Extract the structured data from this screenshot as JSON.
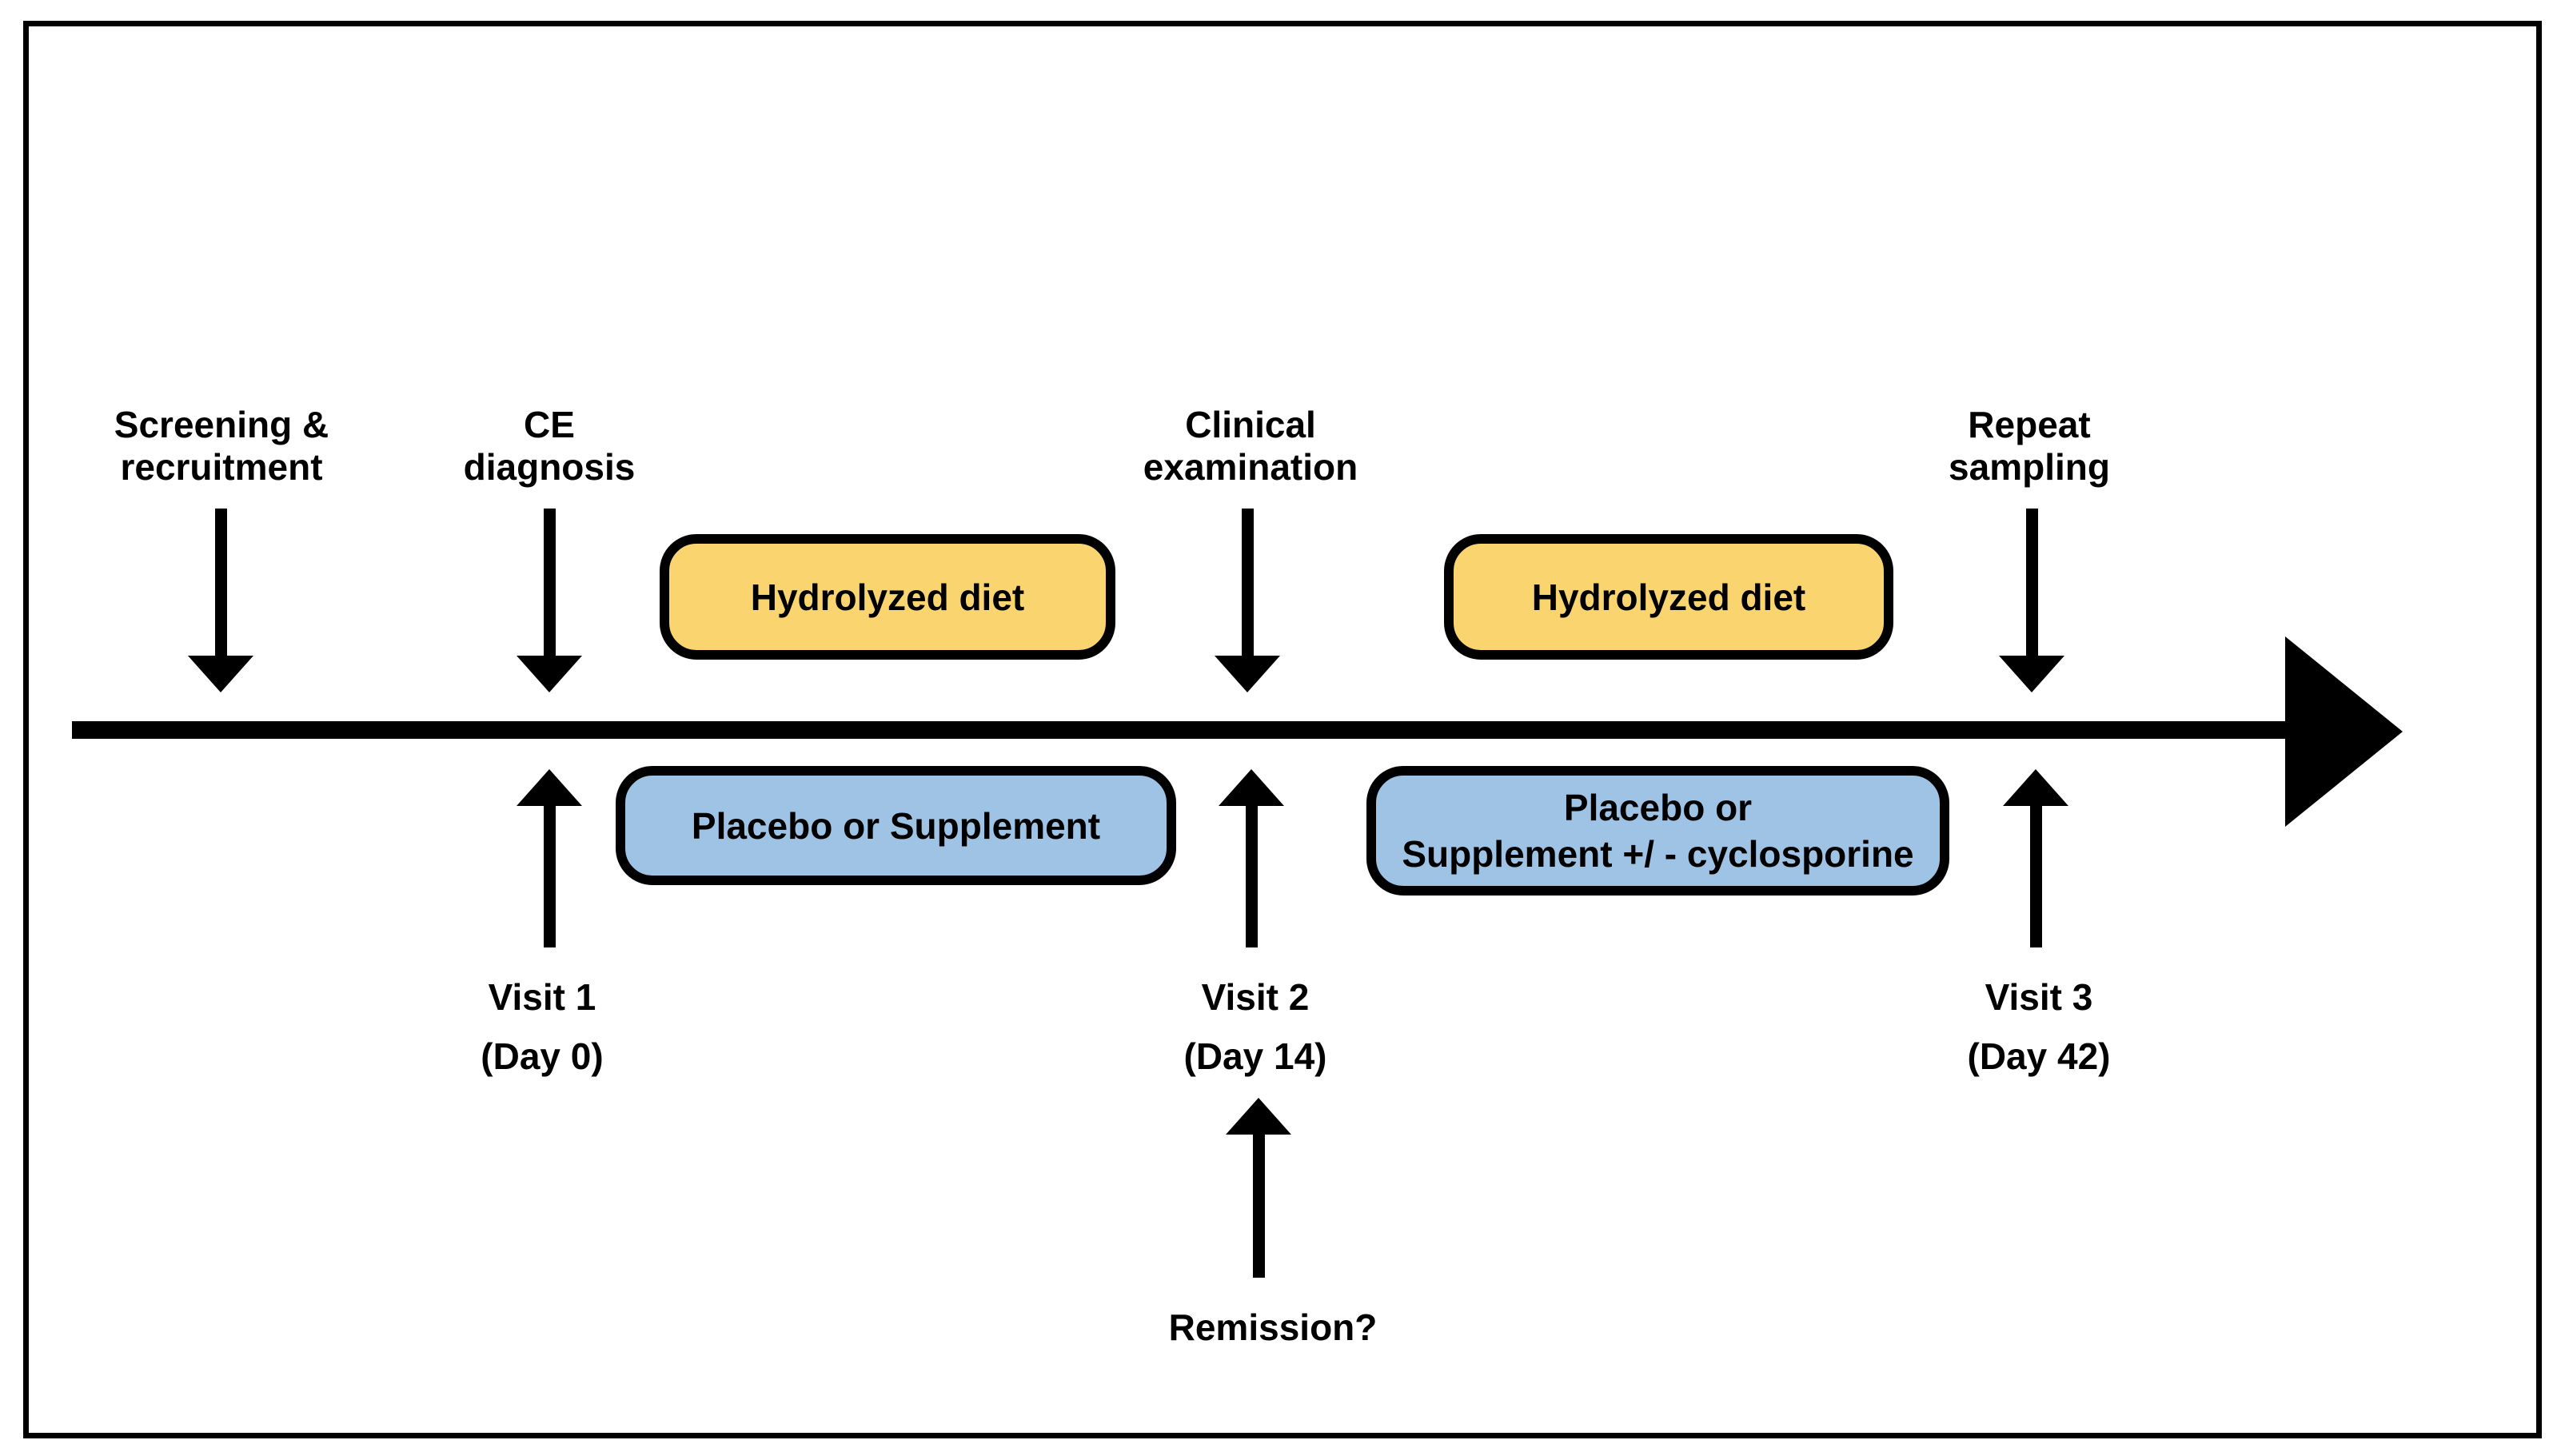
{
  "figure": {
    "description": "Clinical study timeline diagram",
    "colors": {
      "diet_box_fill": "#FAD56F",
      "treatment_box_fill": "#9FC3E5",
      "line_color": "#000000",
      "background": "#FFFFFF"
    },
    "events_above": [
      {
        "id": "screening",
        "line1": "Screening &",
        "line2": "recruitment"
      },
      {
        "id": "ce-diagnosis",
        "line1": "CE",
        "line2": "diagnosis"
      },
      {
        "id": "clinical-examination",
        "line1": "Clinical",
        "line2": "examination"
      },
      {
        "id": "repeat-sampling",
        "line1": "Repeat",
        "line2": "sampling"
      }
    ],
    "diet_boxes": [
      {
        "label": "Hydrolyzed diet"
      },
      {
        "label": "Hydrolyzed diet"
      }
    ],
    "treatment_boxes": [
      {
        "line1": "Placebo or Supplement",
        "line2": ""
      },
      {
        "line1": "Placebo or",
        "line2": "Supplement +/ - cyclosporine"
      }
    ],
    "visits_below": [
      {
        "name": "Visit 1",
        "day": "(Day 0)"
      },
      {
        "name": "Visit 2",
        "day": "(Day 14)"
      },
      {
        "name": "Visit 3",
        "day": "(Day 42)"
      }
    ],
    "remission_label": "Remission?"
  }
}
